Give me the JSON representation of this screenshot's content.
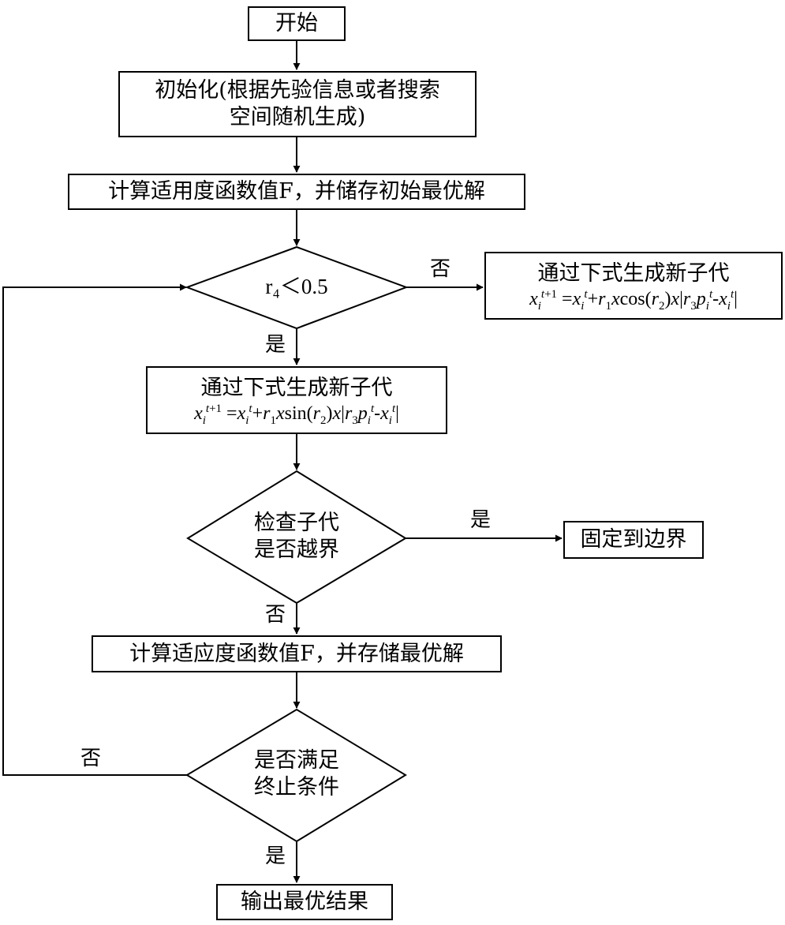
{
  "nodes": {
    "start": "开始",
    "init_line1": "初始化(根据先验信息或者搜索",
    "init_line2": "空间随机生成)",
    "compute1": "计算适用度函数值F，并储存初始最优解",
    "decision1": "r₄＜0.5",
    "gen_cos_title": "通过下式生成新子代",
    "gen_cos_formula": "x_i^{t+1} = x_i^t + r_1 x cos(r_2) x |r_3 p_i^t - x_i^t|",
    "gen_sin_title": "通过下式生成新子代",
    "gen_sin_formula": "x_i^{t+1} = x_i^t + r_1 x sin(r_2) x |r_3 p_i^t - x_i^t|",
    "check_line1": "检查子代",
    "check_line2": "是否越界",
    "fix_bound": "固定到边界",
    "compute2": "计算适应度函数值F，并存储最优解",
    "term_line1": "是否满足",
    "term_line2": "终止条件",
    "output": "输出最优结果"
  },
  "edge_labels": {
    "d1_no": "否",
    "d1_yes": "是",
    "check_yes": "是",
    "check_no": "否",
    "term_no": "否",
    "term_yes": "是"
  }
}
